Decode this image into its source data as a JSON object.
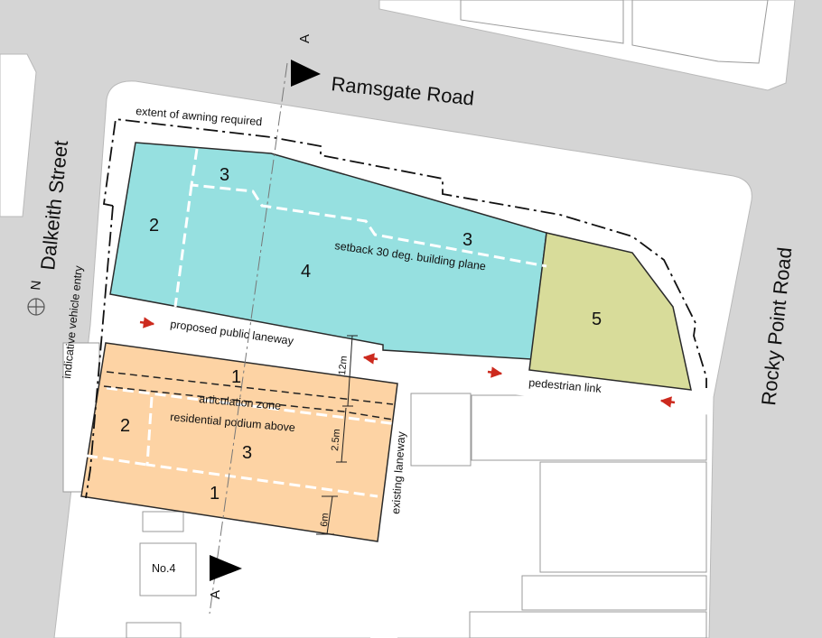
{
  "streets": {
    "ramsgate": "Ramsgate Road",
    "dalkeith": "Dalkeith Street",
    "rocky_point": "Rocky Point Road"
  },
  "labels": {
    "awning": "extent of awning required",
    "setback": "setback 30 deg. building plane",
    "laneway": "proposed public laneway",
    "pedestrian": "pedestrian link",
    "articulation": "articulation zone",
    "podium": "residential podium above",
    "existing_laneway": "existing laneway",
    "vehicle_entry": "indicative vehicle entry",
    "lot": "No.4"
  },
  "zones": {
    "north": [
      "2",
      "3",
      "4",
      "3",
      "5"
    ],
    "south": [
      "1",
      "2",
      "3",
      "1"
    ]
  },
  "dimensions": {
    "d12": "12m",
    "d25": "2.5m",
    "d6": "6m"
  },
  "section_marker": "A",
  "north_label": "N",
  "colors": {
    "zone_cyan": "#96e0e0",
    "zone_olive": "#d8dc9a",
    "zone_orange": "#fdd3a4",
    "road": "#d5d5d5",
    "arrow": "#cc2a1e"
  }
}
